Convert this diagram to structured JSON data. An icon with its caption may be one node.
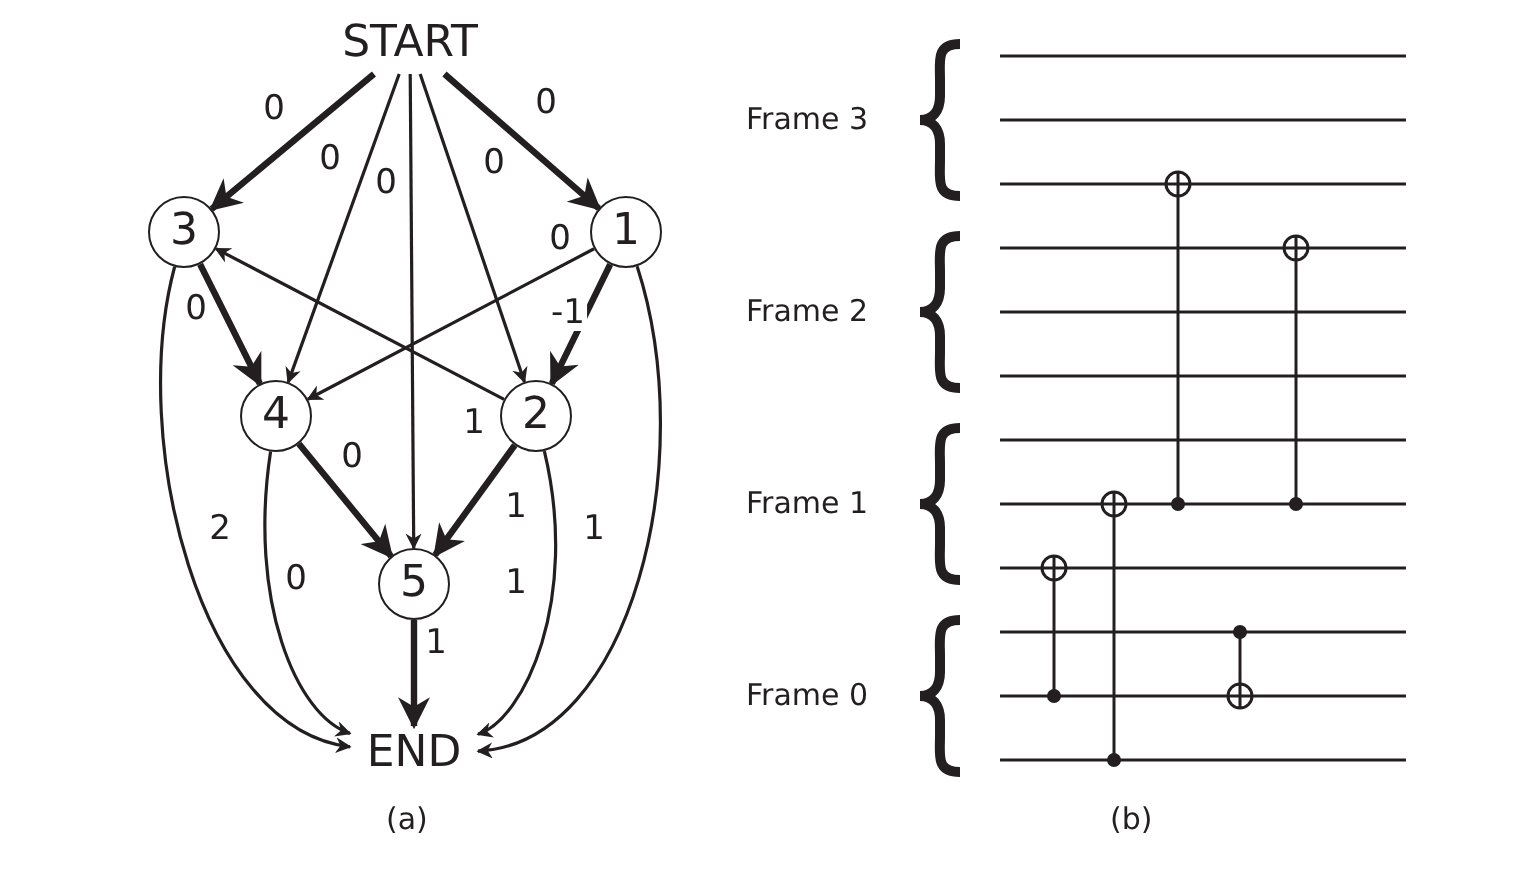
{
  "diagram": {
    "nodes": [
      {
        "text": [
          "START"
        ]
      },
      {
        "text": [
          "3"
        ]
      },
      {
        "text": [
          "1"
        ]
      },
      {
        "text": [
          "4"
        ]
      },
      {
        "text": [
          "2"
        ]
      },
      {
        "text": [
          "5"
        ]
      },
      {
        "text": [
          "END"
        ]
      }
    ],
    "edges": [
      {
        "from": 0,
        "to": 1,
        "arrow": "to",
        "label": "0",
        "style": "thick"
      },
      {
        "from": 0,
        "to": 3,
        "arrow": "to",
        "label": "0"
      },
      {
        "from": 0,
        "to": 5,
        "arrow": "to",
        "label": "0"
      },
      {
        "from": 0,
        "to": 4,
        "arrow": "to",
        "label": "0"
      },
      {
        "from": 0,
        "to": 2,
        "arrow": "to",
        "label": "0",
        "style": "thick"
      },
      {
        "from": 1,
        "to": 3,
        "arrow": "to",
        "label": "0",
        "style": "thick"
      },
      {
        "from": 2,
        "to": 3,
        "arrow": "to",
        "label": "0"
      },
      {
        "from": 4,
        "to": 1,
        "arrow": "to",
        "label": "1"
      },
      {
        "from": 2,
        "to": 4,
        "arrow": "to",
        "label": "-1",
        "style": "thick"
      },
      {
        "from": 3,
        "to": 5,
        "arrow": "to",
        "label": "0",
        "style": "thick"
      },
      {
        "from": 4,
        "to": 5,
        "arrow": "to",
        "label": "1",
        "style": "thick"
      },
      {
        "from": 1,
        "to": 6,
        "arrow": "to",
        "label": "2"
      },
      {
        "from": 3,
        "to": 6,
        "arrow": "to",
        "label": "0"
      },
      {
        "from": 5,
        "to": 6,
        "arrow": "to",
        "label": "1",
        "style": "thick"
      },
      {
        "from": 4,
        "to": 6,
        "arrow": "to",
        "label": "1"
      },
      {
        "from": 2,
        "to": 6,
        "arrow": "to",
        "label": "1"
      }
    ],
    "labels": [
      "Frame 3",
      "Frame 2",
      "Frame 1",
      "Frame 0",
      "(a)",
      "(b)"
    ]
  }
}
